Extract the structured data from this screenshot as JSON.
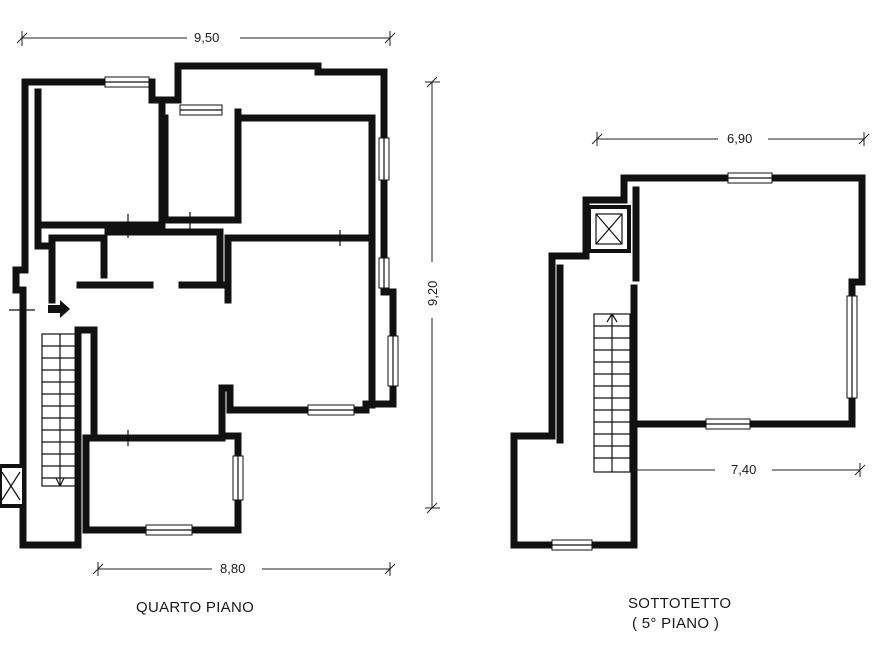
{
  "floor_plan": {
    "left_plan": {
      "caption": "QUARTO PIANO",
      "dim_top": "9,50",
      "dim_right": "9,20",
      "dim_bottom": "8,80"
    },
    "right_plan": {
      "caption_line1": "SOTTOTETTO",
      "caption_line2": "( 5° PIANO )",
      "dim_top": "6,90",
      "dim_bottom": "7,40"
    },
    "colors": {
      "wall": "#111111",
      "background": "#ffffff"
    }
  }
}
